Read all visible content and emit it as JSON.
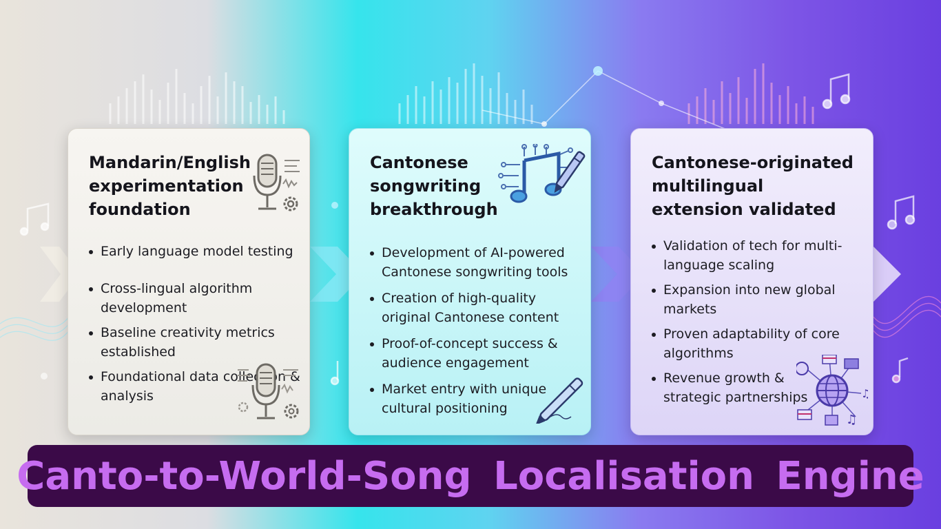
{
  "cards": [
    {
      "title": "Mandarin/English experimentation foundation",
      "bullets": [
        "Early language model testing",
        "Cross-lingual algorithm development",
        "Baseline creativity metrics established",
        "Foundational data collection & analysis"
      ],
      "icons": [
        "microphone-icon",
        "gear-icon"
      ]
    },
    {
      "title": "Cantonese songwriting breakthrough",
      "bullets": [
        "Development of AI-powered Cantonese songwriting tools",
        "Creation of high-quality original Cantonese content",
        "Proof-of-concept success & audience engagement",
        "Market entry with unique cultural positioning"
      ],
      "icons": [
        "music-note-circuit-icon",
        "pen-icon"
      ]
    },
    {
      "title": "Cantonese-originated multilingual extension validated",
      "bullets": [
        "Validation of tech for multi-language scaling",
        "Expansion into new global markets",
        "Proven adaptability of core algorithms",
        "Revenue growth & strategic partnerships"
      ],
      "icons": [
        "globe-network-icon",
        "flag-icon"
      ]
    }
  ],
  "banner": {
    "title": "Canto-to-World-Song Localisation Engine"
  },
  "colors": {
    "banner_bg": "#3b0a48",
    "banner_text": "#c66cf0",
    "card1_bg": "#f4f2ee",
    "card2_bg": "#c9f6f8",
    "card3_bg": "#e6dff9"
  }
}
